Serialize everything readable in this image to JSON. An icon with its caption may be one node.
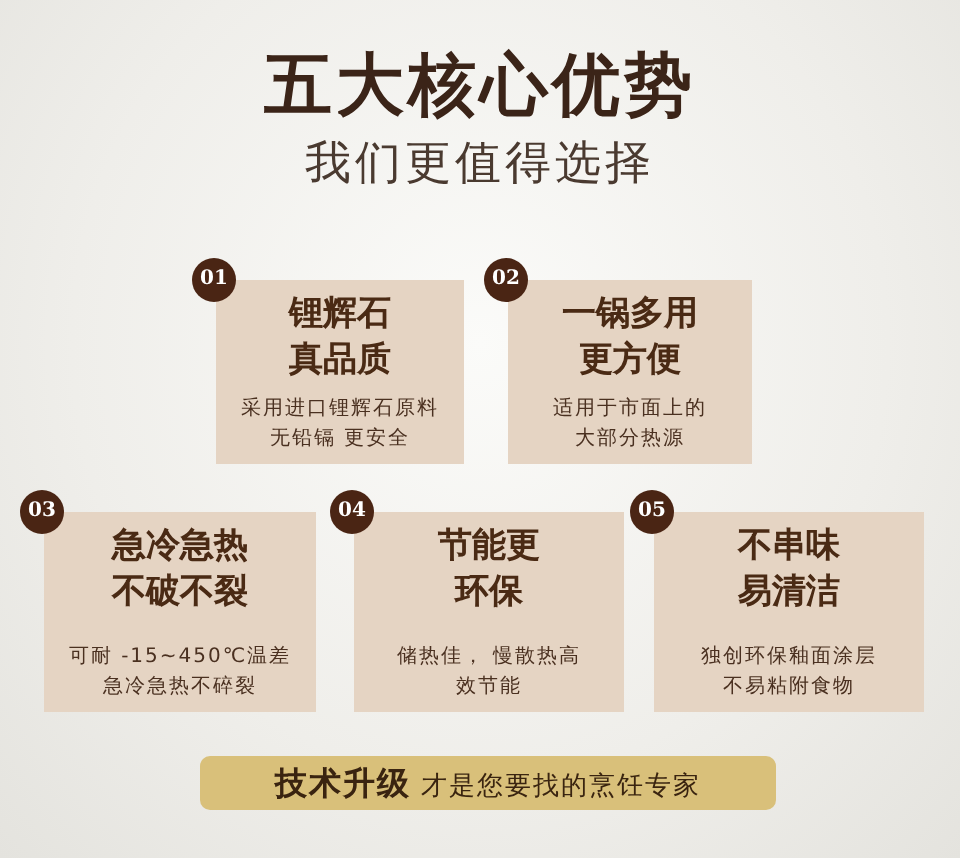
{
  "diagram": {
    "title": "五大核心优势",
    "nodes": [
      {
        "text": [
          "01",
          "锂辉石真品质",
          "采用进口锂辉石原料无铅镉 更安全"
        ]
      },
      {
        "text": [
          "02",
          "一锅多用更方便",
          "适用于市面上的大部分热源"
        ]
      },
      {
        "text": [
          "03",
          "急冷急热不破不裂",
          "可耐 -15~450℃温差急冷急热不碎裂"
        ]
      },
      {
        "text": [
          "04",
          "节能更环保",
          "储热佳， 慢散热高效节能"
        ]
      },
      {
        "text": [
          "05",
          "不串味易清洁",
          "独创环保釉面涂层不易粘附食物"
        ]
      },
      {
        "text": [
          "**技术升级** 才是您要找的烹饪专家"
        ]
      }
    ],
    "edges": [],
    "labels": [
      "我们更值得选择"
    ]
  }
}
